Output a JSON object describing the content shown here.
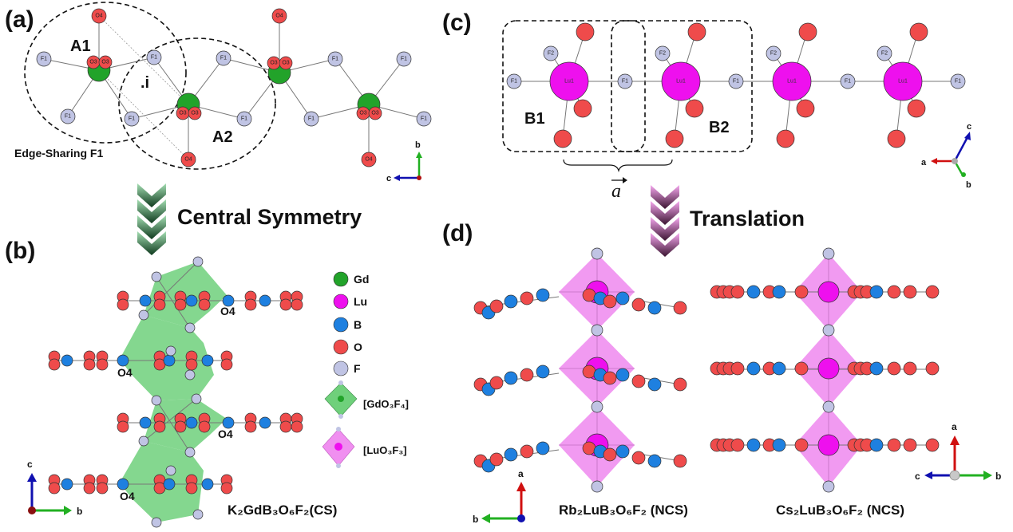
{
  "panels": {
    "a": {
      "label": "(a)",
      "region_a1": "A1",
      "region_a2": "A2",
      "inversion": ".i",
      "edge_sharing": "Edge-Sharing F1"
    },
    "b": {
      "label": "(b)",
      "compound": "K₂GdB₃O₆F₂(CS)"
    },
    "c": {
      "label": "(c)",
      "region_b1": "B1",
      "region_b2": "B2",
      "vector": "a"
    },
    "d": {
      "label": "(d)",
      "compound_rb": "Rb₂LuB₃O₆F₂ (NCS)",
      "compound_cs": "Cs₂LuB₃O₆F₂ (NCS)"
    }
  },
  "arrows": {
    "central_symmetry": "Central Symmetry",
    "translation": "Translation"
  },
  "atom_labels": {
    "o3": "O3",
    "o4": "O4",
    "f1": "F1",
    "f2": "F2",
    "lu1": "Lu1"
  },
  "legend": {
    "gd": "Gd",
    "lu": "Lu",
    "b": "B",
    "o": "O",
    "f": "F",
    "gd_poly": "[GdO₃F₄]",
    "lu_poly": "[LuO₃F₃]"
  },
  "axes": {
    "a": "a",
    "b": "b",
    "c": "c"
  },
  "colors": {
    "gd": "#22a32a",
    "lu": "#ee10ee",
    "b": "#1e80e0",
    "o": "#ef4b4b",
    "f": "#c0c4e4",
    "gd_poly": "#6fd07b",
    "lu_poly": "#f08ff0",
    "axis_a": "#d01010",
    "axis_b": "#22b022",
    "axis_c": "#1010b0"
  }
}
